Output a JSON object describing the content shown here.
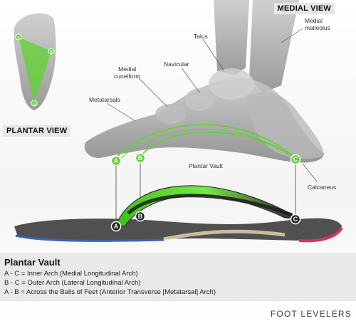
{
  "views": {
    "medial": "MEDIAL VIEW",
    "plantar": "PLANTAR VIEW"
  },
  "labels": {
    "medial_malleolus": "Medial\nmalleolus",
    "talus": "Talus",
    "navicular": "Navicular",
    "medial_cuneiform": "Medial\ncuneiform",
    "metatarsals": "Metatarsals",
    "plantar_vault": "Plantar Vault",
    "calcaneus": "Calcaneus"
  },
  "points": {
    "a": "A",
    "b": "B",
    "c": "C"
  },
  "legend": {
    "title": "Plantar Vault",
    "lines": [
      "A - C = Inner Arch (Medial Longitudinal Arch)",
      "B - C = Outer Arch (Lateral Longitudinal Arch)",
      "A - B = Across the Balls of Feet (Anterior Transverse [Metatarsal] Arch)"
    ]
  },
  "brand": "FOOT LEVELERS",
  "colors": {
    "arch_green": "#5ed42e",
    "insole_blue": "#3a64b4",
    "insole_red": "#e0305a",
    "bone": "#9a9a9a"
  }
}
